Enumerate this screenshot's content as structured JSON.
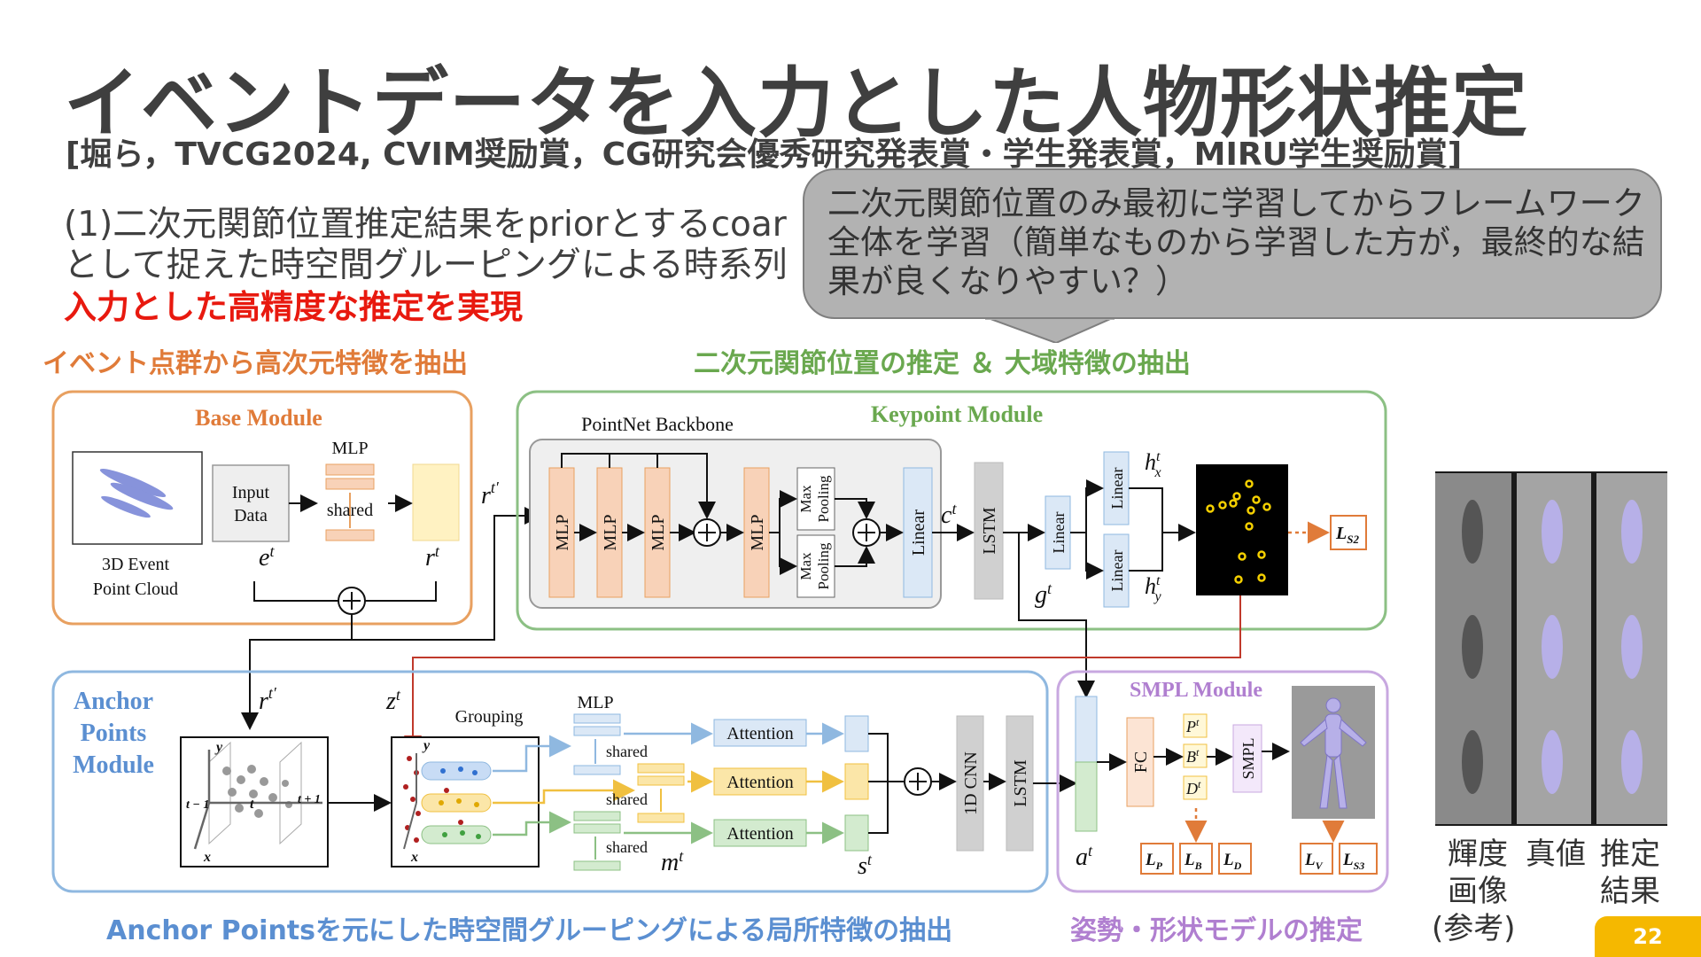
{
  "slide": {
    "title": "イベントデータを入力とした人物形状推定",
    "subtitle": "[堀ら，TVCG2024, CVIM奨励賞，CG研究会優秀研究発表賞・学生発表賞，MIRU学生奨励賞]",
    "desc_line1": "(1)二次元関節位置推定結果をpriorとするcoar",
    "desc_line2": "として捉えた時空間グルーピングによる時系列",
    "desc_line3": "入力とした高精度な推定を実現",
    "page_number": "22"
  },
  "callout": {
    "line1": "二次元関節位置のみ最初に学習してからフレームワーク",
    "line2": "全体を学習（簡単なものから学習した方が，最終的な結",
    "line3": "果が良くなりやすい？）"
  },
  "sections": {
    "base_caption": "イベント点群から高次元特徴を抽出",
    "keypoint_caption": "二次元関節位置の推定 ＆ 大域特徴の抽出",
    "anchor_caption": "Anchor Pointsを元にした時空間グルーピングによる局所特徴の抽出",
    "smpl_caption": "姿勢・形状モデルの推定"
  },
  "diagram": {
    "base_title": "Base Module",
    "event_cloud_line1": "3D Event",
    "event_cloud_line2": "Point Cloud",
    "input_line1": "Input",
    "input_line2": "Data",
    "mlp": "MLP",
    "shared": "shared",
    "e_t": "e",
    "r_t": "r",
    "t_sup": "t",
    "r_t_prime": "r",
    "t_prime_sup": "t′",
    "kp_title": "Keypoint Module",
    "pointnet": "PointNet Backbone",
    "max_pooling1": "Max",
    "max_pooling2": "Pooling",
    "linear": "Linear",
    "lstm": "LSTM",
    "c_t": "c",
    "g_t": "g",
    "h_x": "h",
    "h_x_sub": "x",
    "h_y": "h",
    "h_y_sub": "y",
    "l_s2": "L",
    "l_s2_sub": "S2",
    "anchor_title1": "Anchor",
    "anchor_title2": "Points",
    "anchor_title3": "Module",
    "z_t": "z",
    "grouping": "Grouping",
    "attention": "Attention",
    "m_t": "m",
    "s_t": "s",
    "cnn_1d": "1D CNN",
    "smpl_title": "SMPL Module",
    "fc": "FC",
    "p_t": "P",
    "b_t": "B",
    "d_t": "D",
    "smpl": "SMPL",
    "a_t": "a",
    "loss_p": "L",
    "loss_p_sub": "P",
    "loss_b": "L",
    "loss_b_sub": "B",
    "loss_d": "L",
    "loss_d_sub": "D",
    "loss_v": "L",
    "loss_v_sub": "V",
    "loss_s3": "L",
    "loss_s3_sub": "S3",
    "axis_y": "y",
    "axis_x": "x",
    "axis_t": "t",
    "axis_tm1": "t − 1",
    "axis_tp1": "t + 1"
  },
  "images": {
    "col1_line1": "輝度",
    "col1_line2": "画像",
    "col1_line3": "(参考)",
    "col2_line1": "真値",
    "col3_line1": "推定",
    "col3_line2": "結果"
  },
  "colors": {
    "base": "#e07b39",
    "keypoint": "#6aa84f",
    "anchor": "#5b8fd1",
    "smpl": "#b07fd0",
    "highlight": "#e8190f",
    "page_badge": "#f5b800"
  }
}
